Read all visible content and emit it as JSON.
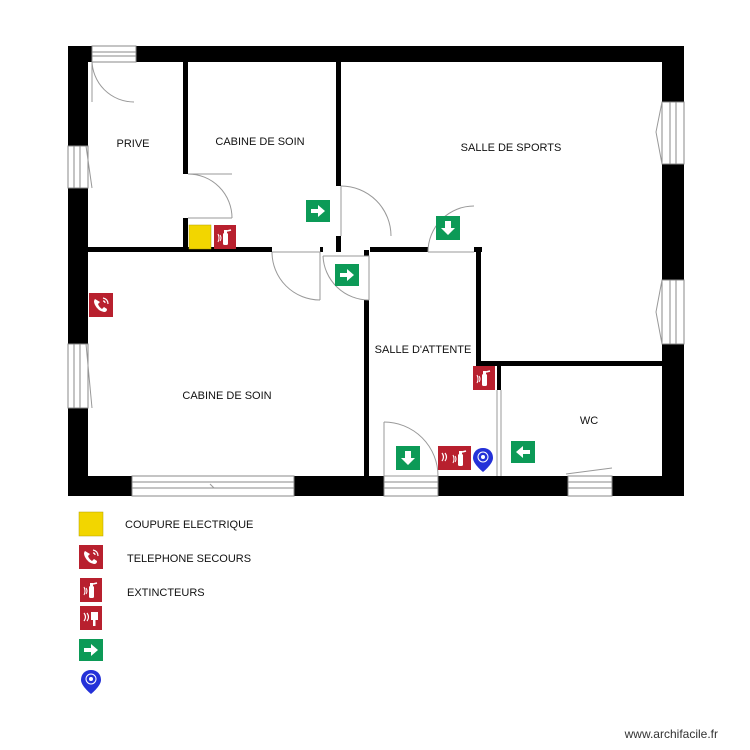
{
  "rooms": {
    "prive": "PRIVE",
    "cabine_top": "CABINE DE SOIN",
    "salle_sports": "SALLE DE SPORTS",
    "cabine_bottom": "CABINE DE SOIN",
    "salle_attente": "SALLE D'ATTENTE",
    "wc": "WC"
  },
  "legend": {
    "coupure": "COUPURE ELECTRIQUE",
    "telephone": "TELEPHONE SECOURS",
    "extincteurs": "EXTINCTEURS"
  },
  "icons": {
    "coupure": "electric-cutoff-icon",
    "telephone": "emergency-phone-icon",
    "extincteur": "fire-extinguisher-icon",
    "alarme": "fire-alarm-icon",
    "sortie": "exit-arrow-icon",
    "point": "assembly-point-icon"
  },
  "colors": {
    "wall": "#000000",
    "fire_sign": "#b8202e",
    "exit_sign": "#0c9a57",
    "electric": "#f2d600",
    "assembly": "#2431d8"
  },
  "watermark": "www.archifacile.fr"
}
